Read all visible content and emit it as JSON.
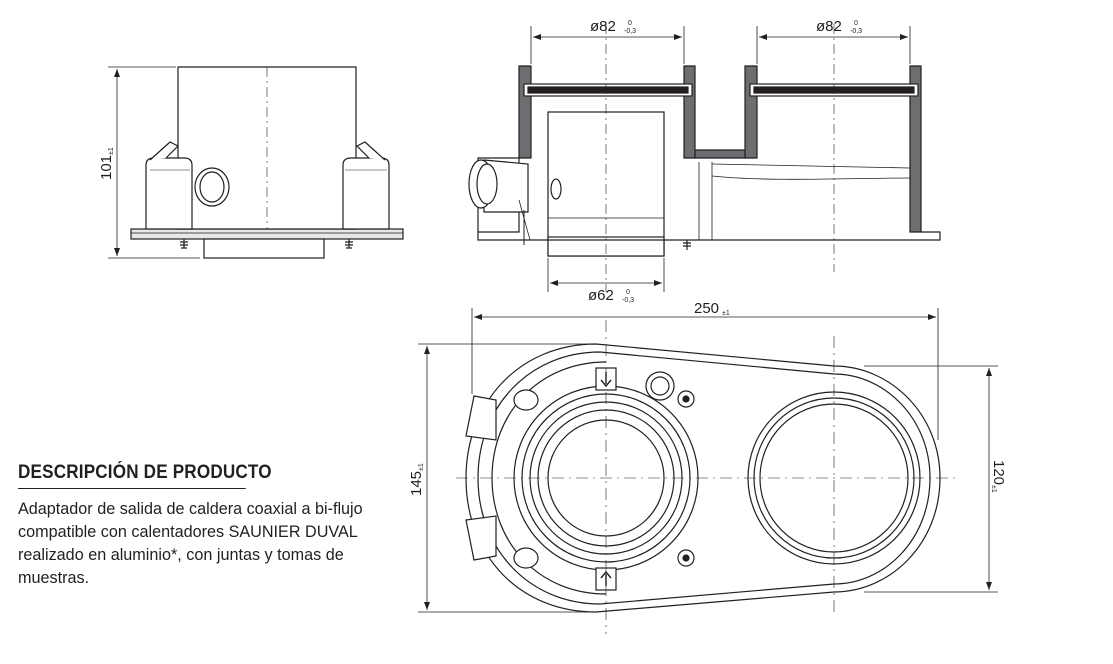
{
  "description": {
    "title": "DESCRIPCIÓN DE PRODUCTO",
    "body": "Adaptador de salida de caldera coaxial a bi-flujo compatible con calentadores SAUNIER DUVAL realizado en aluminio*, con juntas y tomas de muestras."
  },
  "dimensions": {
    "height_side": {
      "value": "101",
      "tol": "±1"
    },
    "outlet_left": {
      "value": "ø82",
      "tol_top": "0",
      "tol_bottom": "-0,3"
    },
    "outlet_right": {
      "value": "ø82",
      "tol_top": "0",
      "tol_bottom": "-0,3"
    },
    "inlet_bottom": {
      "value": "ø62",
      "tol_top": "0",
      "tol_bottom": "-0,3"
    },
    "length_top": {
      "value": "250",
      "tol": "±1"
    },
    "width_left": {
      "value": "145",
      "tol": "±1"
    },
    "width_right": {
      "value": "120",
      "tol": "±1"
    }
  },
  "colors": {
    "line": "#231f20",
    "fill_dark": "#6d6e71",
    "fill_light": "#d1d3d4"
  }
}
